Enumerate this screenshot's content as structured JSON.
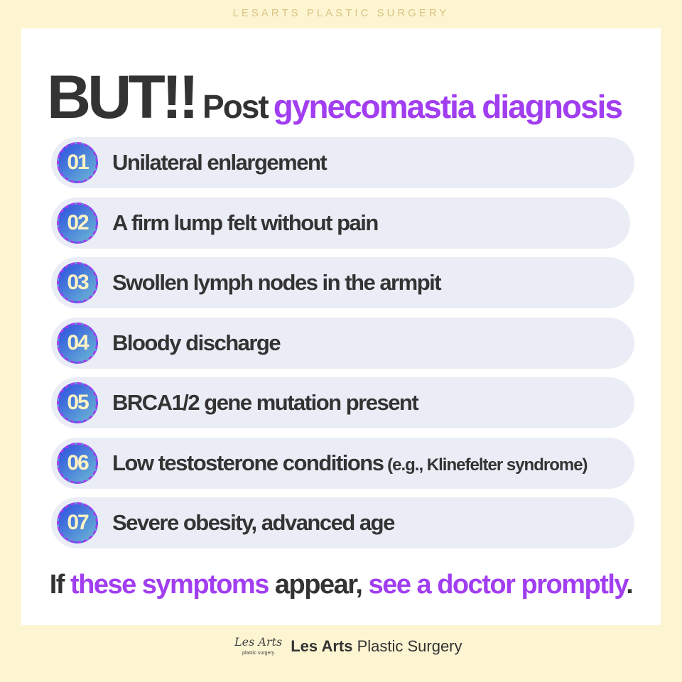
{
  "header": {
    "brand": "LESARTS PLASTIC SURGERY"
  },
  "title": {
    "big": "BUT!!",
    "post": "Post",
    "highlight": "gynecomastia diagnosis"
  },
  "items": [
    {
      "num": "01",
      "text": "Unilateral enlargement",
      "note": ""
    },
    {
      "num": "02",
      "text": "A firm lump felt without pain",
      "note": ""
    },
    {
      "num": "03",
      "text": "Swollen lymph nodes in the armpit",
      "note": ""
    },
    {
      "num": "04",
      "text": "Bloody discharge",
      "note": ""
    },
    {
      "num": "05",
      "text": "BRCA1/2 gene mutation present",
      "note": ""
    },
    {
      "num": "06",
      "text": "Low testosterone conditions",
      "note": " (e.g., Klinefelter syndrome)"
    },
    {
      "num": "07",
      "text": "Severe obesity, advanced age",
      "note": ""
    }
  ],
  "message": {
    "p1": "If ",
    "p2": "these symptoms",
    "p3": " appear, ",
    "p4": "see a doctor promptly",
    "p5": "."
  },
  "footer": {
    "logo_script": "Les Arts",
    "logo_sub": "plastic surgery",
    "name_bold": "Les Arts",
    "name_rest": " Plastic Surgery"
  },
  "colors": {
    "accent": "#a13ef0",
    "background": "#fdf5d2",
    "pill": "#eaedf6"
  }
}
